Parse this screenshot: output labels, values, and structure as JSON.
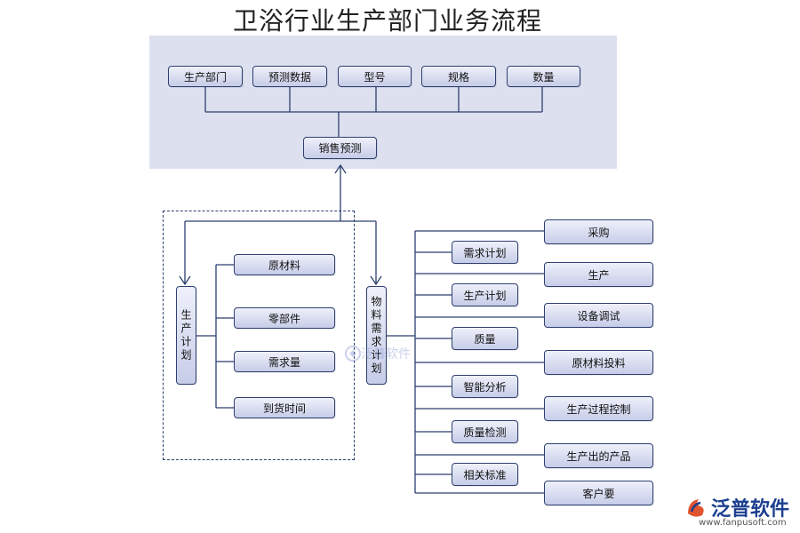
{
  "title": "卫浴行业生产部门业务流程",
  "top_boxes": [
    "生产部门",
    "预测数据",
    "型号",
    "规格",
    "数量"
  ],
  "sales_forecast": "销售预测",
  "production_plan": "生产计划",
  "material_plan": "物料需求计划",
  "left_items": [
    "原材料",
    "零部件",
    "需求量",
    "到货时间"
  ],
  "mid_items": [
    "需求计划",
    "生产计划",
    "质量",
    "智能分析",
    "质量检测",
    "相关标准"
  ],
  "right_items": [
    "采购",
    "生产",
    "设备调试",
    "原材料投料",
    "生产过程控制",
    "生产出的产品",
    "客户要"
  ],
  "watermark_text": "泛普软件",
  "logo_text": "泛普软件",
  "logo_url": "www.fanpusoft.com",
  "colors": {
    "line": "#2c3f6e",
    "box_border": "#2f4070",
    "panel": "#dde0ef"
  }
}
